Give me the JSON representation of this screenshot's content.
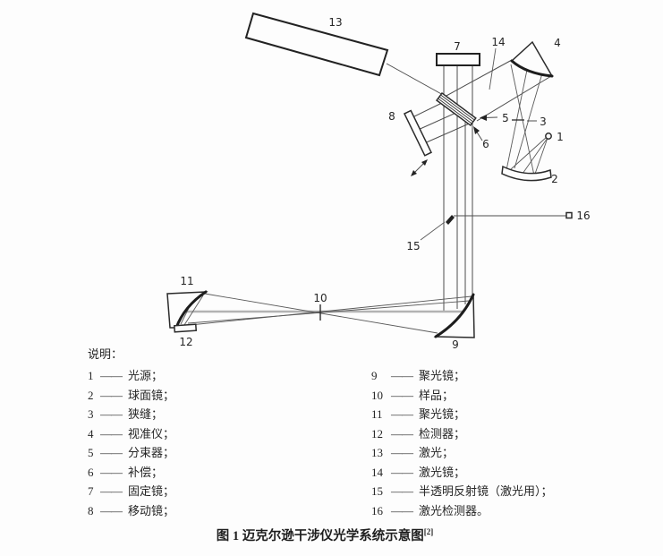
{
  "figure": {
    "caption": "图 1  迈克尔逊干涉仪光学系统示意图",
    "caption_ref": "[2]"
  },
  "diagram": {
    "labels": {
      "p1": "1",
      "p2": "2",
      "p3": "3",
      "p4": "4",
      "p5": "5",
      "p6": "6",
      "p7": "7",
      "p8": "8",
      "p9": "9",
      "p10": "10",
      "p11": "11",
      "p12": "12",
      "p13": "13",
      "p14": "14",
      "p15": "15",
      "p16": "16"
    },
    "colors": {
      "ink": "#222222",
      "beam": "#4d4d4d",
      "optical_axis_grey": "#b3b3b3",
      "background": "#fdfdfd"
    }
  },
  "legend": {
    "title": "说明：",
    "dash": "——",
    "left": [
      {
        "num": "1",
        "text": "光源；"
      },
      {
        "num": "2",
        "text": "球面镜；"
      },
      {
        "num": "3",
        "text": "狭缝；"
      },
      {
        "num": "4",
        "text": "视准仪；"
      },
      {
        "num": "5",
        "text": "分束器；"
      },
      {
        "num": "6",
        "text": "补偿；"
      },
      {
        "num": "7",
        "text": "固定镜；"
      },
      {
        "num": "8",
        "text": "移动镜；"
      }
    ],
    "right": [
      {
        "num": "9",
        "text": "聚光镜；"
      },
      {
        "num": "10",
        "text": "样品；"
      },
      {
        "num": "11",
        "text": "聚光镜；"
      },
      {
        "num": "12",
        "text": "检测器；"
      },
      {
        "num": "13",
        "text": "激光；"
      },
      {
        "num": "14",
        "text": "激光镜；"
      },
      {
        "num": "15",
        "text": "半透明反射镜（激光用）；"
      },
      {
        "num": "16",
        "text": "激光检测器。"
      }
    ]
  }
}
